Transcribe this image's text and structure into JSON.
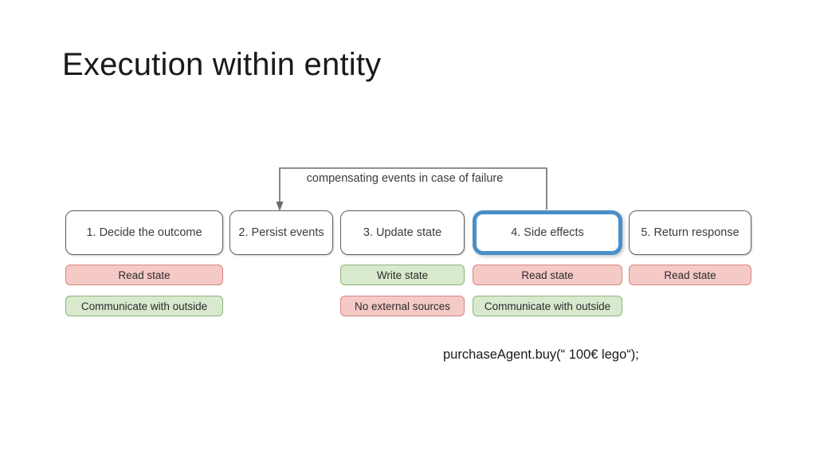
{
  "slide": {
    "title": "Execution within entity",
    "background_color": "#ffffff"
  },
  "annotation": {
    "bracket_label": "compensating events in case of failure",
    "bracket_icon": "down-arrow-icon",
    "line_color": "#6b6b6b"
  },
  "pipeline": {
    "steps": [
      {
        "id": "step-1",
        "label": "1. Decide the outcome",
        "highlighted": false
      },
      {
        "id": "step-2",
        "label": "2. Persist events",
        "highlighted": false
      },
      {
        "id": "step-3",
        "label": "3. Update state",
        "highlighted": false
      },
      {
        "id": "step-4",
        "label": "4. Side effects",
        "highlighted": true
      },
      {
        "id": "step-5",
        "label": "5. Return response",
        "highlighted": false
      }
    ],
    "highlight_color": "#4A90C8",
    "box_border_color": "#5e5e5e",
    "box_fill_color": "#ffffff"
  },
  "tags": {
    "pink_fill": "#F5C9C6",
    "pink_border": "#D48782",
    "green_fill": "#D8E9CE",
    "green_border": "#8CB57A",
    "items": [
      {
        "id": "tag-1a",
        "column": 1,
        "row": "a",
        "label": "Read state",
        "kind": "pink"
      },
      {
        "id": "tag-1b",
        "column": 1,
        "row": "b",
        "label": "Communicate with outside",
        "kind": "green"
      },
      {
        "id": "tag-3a",
        "column": 3,
        "row": "a",
        "label": "Write state",
        "kind": "green"
      },
      {
        "id": "tag-3b",
        "column": 3,
        "row": "b",
        "label": "No external sources",
        "kind": "pink"
      },
      {
        "id": "tag-4a",
        "column": 4,
        "row": "a",
        "label": "Read state",
        "kind": "pink"
      },
      {
        "id": "tag-4b",
        "column": 4,
        "row": "b",
        "label": "Communicate with outside",
        "kind": "green"
      },
      {
        "id": "tag-5a",
        "column": 5,
        "row": "a",
        "label": "Read state",
        "kind": "pink"
      }
    ]
  },
  "caption": {
    "code": "purchaseAgent.buy(“ 100€ lego“);"
  }
}
